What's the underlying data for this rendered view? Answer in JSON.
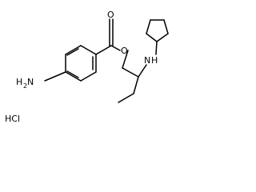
{
  "molecule": {
    "atoms": {
      "amine_h": "H",
      "amine_n": "N",
      "amine_sub": "2",
      "ester_o_carbonyl": "O",
      "ester_o_ether": "O",
      "secondary_n": "N",
      "secondary_h": "H",
      "salt": "HCl"
    }
  }
}
